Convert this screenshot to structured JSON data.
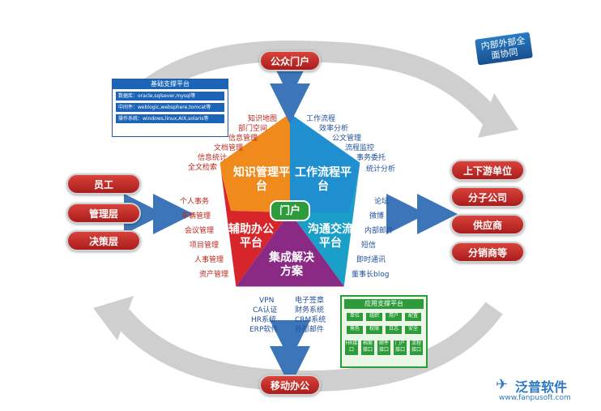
{
  "center_label": "门户",
  "segments": {
    "knowledge": "知识管理平台",
    "workflow": "工作流程平台",
    "office": "辅助办公平台",
    "communication": "沟通交流平台",
    "integration": "集成解决方案"
  },
  "top_node": "公众门户",
  "bottom_node": "移动办公",
  "left_nodes": [
    "员工",
    "管理层",
    "决策层"
  ],
  "right_nodes": [
    "上下游单位",
    "分子公司",
    "供应商",
    "分销商等"
  ],
  "badge": "内部外部全面协同",
  "knowledge_items": [
    "知识地图",
    "部门空间",
    "信息管理",
    "文档管理",
    "信息统计",
    "全文检索"
  ],
  "workflow_items": [
    "工作流程",
    "效率分析",
    "公文管理",
    "流程监控",
    "事务委托",
    "统计分析"
  ],
  "office_items": [
    "个人事务",
    "车辆管理",
    "会议管理",
    "项目管理",
    "人事管理",
    "资产管理"
  ],
  "communication_items": [
    "论坛",
    "微博",
    "内部邮件",
    "短信",
    "即时通讯",
    "董事长blog"
  ],
  "integration_left": [
    "VPN",
    "CA认证",
    "HR系统",
    "ERP软件"
  ],
  "integration_right": [
    "电子签章",
    "财务系统",
    "CRM系统",
    "外部邮件"
  ],
  "base_platform": {
    "title": "基础支撑平台",
    "rows": [
      "数据库：oracle,sqlsever,mysql等",
      "中间件：weblogic,websphere,tomcat等",
      "操作系统：windows,linux,AIX,solaris等"
    ]
  },
  "app_platform": {
    "title": "应用支撑平台",
    "row1": [
      "单位",
      "组织",
      "用户",
      "配置"
    ],
    "row2": [
      "角色",
      "权限",
      "日志",
      "安全"
    ],
    "row3": [
      "HR接口",
      "档案接口",
      "邮件接口",
      "门户接口",
      "流程接口"
    ]
  },
  "logo": {
    "name": "泛普软件",
    "url": "www.fanpusoft.com"
  },
  "colors": {
    "knowledge": "#f08a1c",
    "workflow": "#1f8fcf",
    "office": "#d6262c",
    "communication": "#1aa0c8",
    "integration": "#8a2a84",
    "center": "#2e9b3a"
  }
}
